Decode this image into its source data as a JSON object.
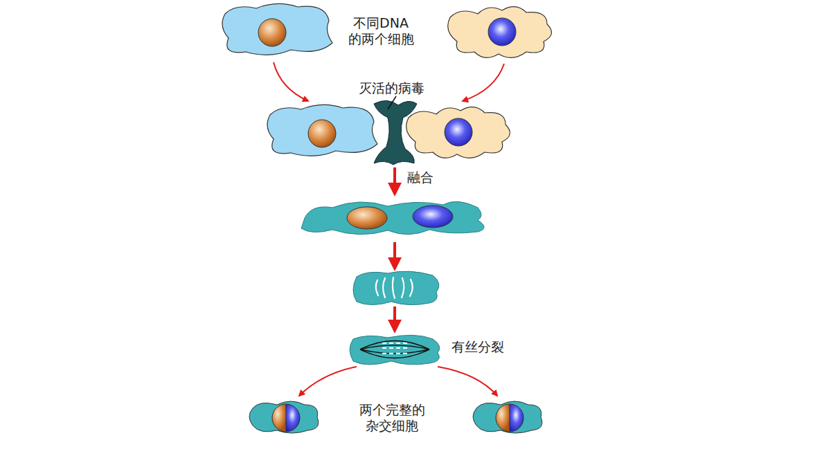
{
  "diagram": {
    "labels": [
      "不同DNA 的两个细胞",
      "灭活的病毒",
      "融合",
      "有丝分裂",
      "两个完整的 杂交细胞"
    ]
  }
}
